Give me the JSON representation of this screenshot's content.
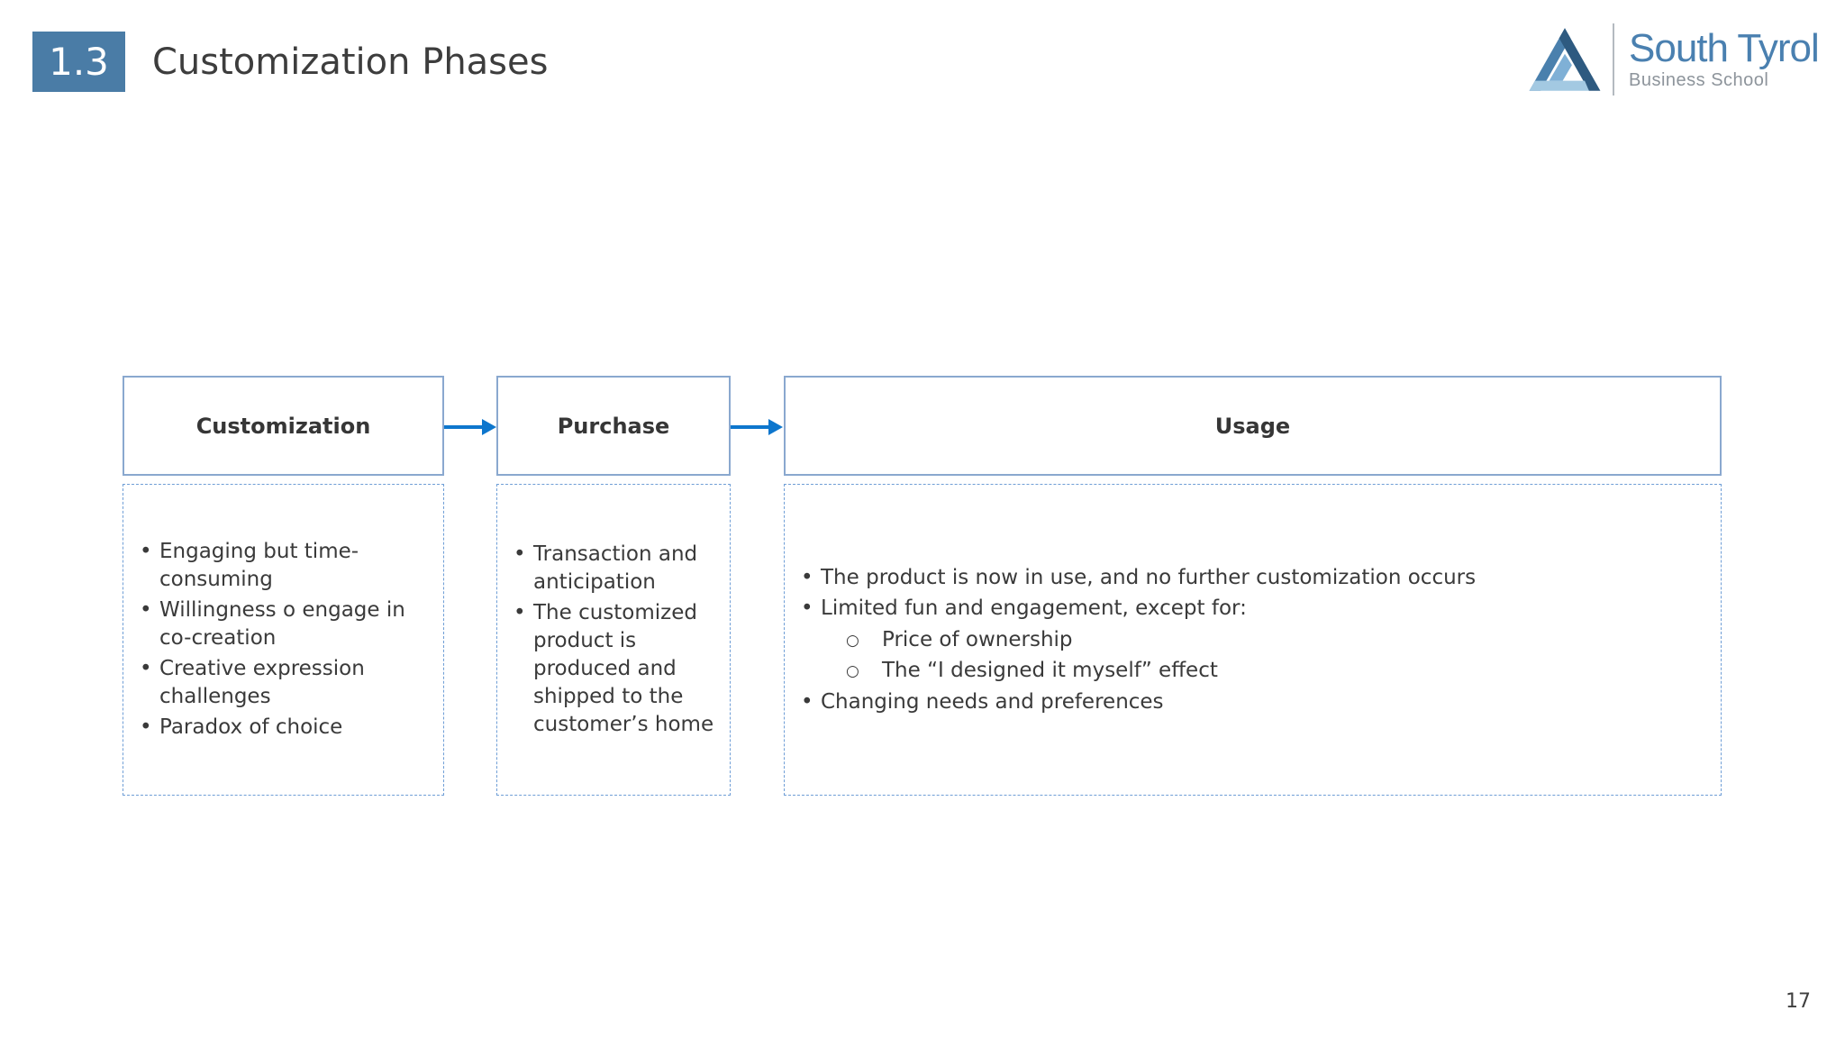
{
  "header": {
    "section": "1.3",
    "title": "Customization Phases"
  },
  "logo": {
    "name": "South Tyrol",
    "subtitle": "Business School"
  },
  "phases": [
    {
      "title": "Customization",
      "bullets": [
        "Engaging but time-consuming",
        "Willingness o engage in co-creation",
        "Creative expression challenges",
        "Paradox of choice"
      ]
    },
    {
      "title": "Purchase",
      "bullets": [
        "Transaction and anticipation",
        "The customized product is produced and shipped to the customer’s home"
      ]
    },
    {
      "title": "Usage",
      "bullets": [
        "The product is now in use, and no further customization occurs",
        "Limited fun and engagement, except for:"
      ],
      "sub_bullets": [
        "Price of ownership",
        "The “I designed it myself” effect"
      ],
      "bullets_after": [
        "Changing needs and preferences"
      ]
    }
  ],
  "marks": {
    "bullet": "•",
    "sub_bullet": "○"
  },
  "footer": {
    "page_number": "17"
  },
  "colors": {
    "accent_blue": "#4a7ca6",
    "arrow_blue": "#0d76cd",
    "box_border": "#8aa8cf",
    "dashed_border": "#6f9ed6",
    "logo_dark": "#2e5a80",
    "logo_mid": "#4a80ad",
    "logo_light": "#a3c9e2"
  }
}
